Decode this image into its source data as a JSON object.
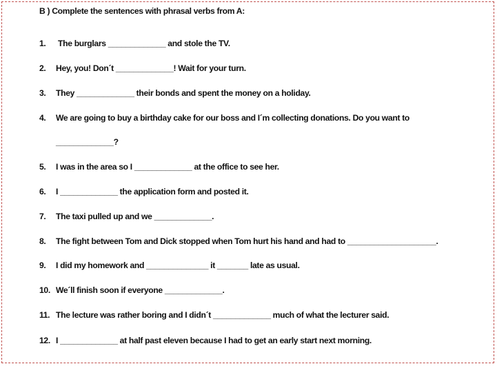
{
  "section": {
    "heading": "B ) Complete the sentences with phrasal verbs from A:"
  },
  "items": [
    {
      "num": "1.",
      "text": " The burglars _____________  and stole the TV."
    },
    {
      "num": "2.",
      "text": "Hey, you! Don´t _____________!  Wait for your turn."
    },
    {
      "num": "3.",
      "text": "They _____________  their bonds and spent the money on a holiday."
    },
    {
      "num": "4.",
      "text": "We are going to buy a birthday cake for our boss and I´m collecting donations. Do you want to",
      "continuation": "_____________?"
    },
    {
      "num": "5.",
      "text": "I was in the area so I _____________  at the office to see her."
    },
    {
      "num": "6.",
      "text": "I _____________  the application form and posted it."
    },
    {
      "num": "7.",
      "text": "The taxi pulled up and we _____________."
    },
    {
      "num": "8.",
      "text": "The fight between Tom and Dick stopped when Tom hurt his hand and had to ____________________."
    },
    {
      "num": "9.",
      "text": "I did my homework and  ______________  it _______  late as usual."
    },
    {
      "num": "10.",
      "text": "We´ll finish soon if everyone _____________."
    },
    {
      "num": "11.",
      "text": "The lecture was rather boring and I didn´t _____________  much of what the lecturer said."
    },
    {
      "num": "12.",
      "text": "I _____________  at half past eleven because I had to get an early start next morning."
    }
  ]
}
